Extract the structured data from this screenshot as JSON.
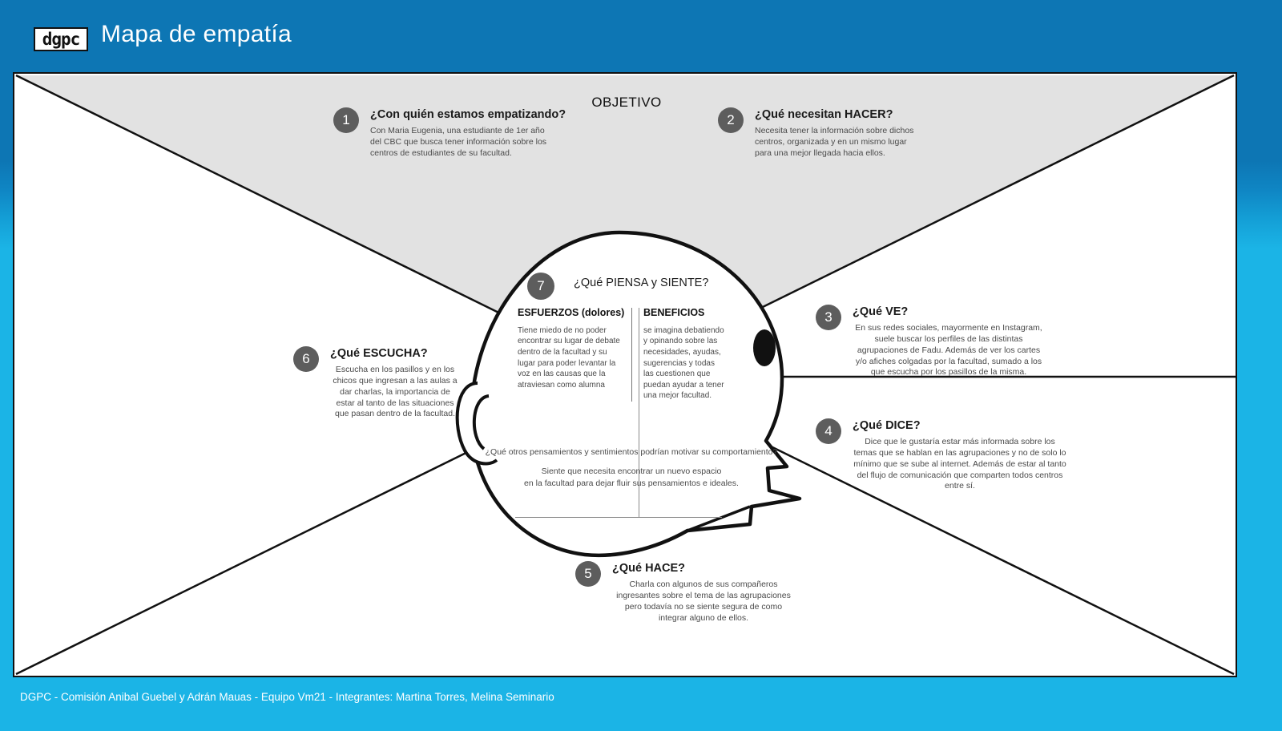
{
  "header": {
    "logo": "dgpc",
    "title": "Mapa de empatía"
  },
  "canvas": {
    "objective_label": "OBJETIVO"
  },
  "sections": [
    {
      "number": "1",
      "title": "¿Con quién estamos empatizando?",
      "text": "Con Maria Eugenia, una estudiante de 1er año del CBC que busca tener información sobre los centros de estudiantes de su facultad."
    },
    {
      "number": "2",
      "title": "¿Qué necesitan HACER?",
      "text": "Necesita tener la información sobre dichos centros, organizada y en un mismo lugar para una mejor llegada hacia ellos."
    },
    {
      "number": "3",
      "title": "¿Qué VE?",
      "text": "En sus redes sociales, mayormente en Instagram, suele buscar los perfiles de las distintas agrupaciones de Fadu. Además de ver los cartes y/o afiches colgadas por la facultad, sumado a los que escucha por los pasillos de la misma."
    },
    {
      "number": "4",
      "title": "¿Qué DICE?",
      "text": "Dice que le gustaría estar más informada sobre los temas que se hablan en las agrupaciones y no de solo lo mínimo que se sube al internet. Además de estar al tanto del flujo de comunicación que comparten todos centros entre sí."
    },
    {
      "number": "5",
      "title": "¿Qué HACE?",
      "text": "Charla con algunos de sus compañeros ingresantes sobre el tema de las agrupaciones pero todavía no se siente segura de como integrar alguno de ellos."
    },
    {
      "number": "6",
      "title": "¿Qué ESCUCHA?",
      "text": "Escucha en los pasillos y en los chicos que ingresan a las aulas a dar charlas, la importancia de estar al tanto de las situaciones que pasan dentro de la facultad."
    }
  ],
  "think_feel": {
    "number": "7",
    "title": "¿Qué PIENSA y SIENTE?",
    "left_heading": "ESFUERZOS (dolores)",
    "left_text": "Tiene miedo de no poder encontrar su lugar de debate dentro de la facultad y su lugar para poder levantar la voz en las causas que la atraviesan como alumna",
    "right_heading": "BENEFICIOS",
    "right_text": "se imagina debatiendo y opinando sobre las necesidades, ayudas, sugerencias y todas las cuestionen que puedan ayudar a tener una mejor facultad.",
    "bottom_question": "¿Qué otros pensamientos y sentimientos podrían motivar su comportamiento?",
    "bottom_answer": "Siente que necesita encontrar un nuevo espacio\nen la facultad para dejar fluir sus pensamientos e ideales."
  },
  "footer": {
    "text": "DGPC - Comisión Anibal Guebel y Adrán Mauas - Equipo Vm21 - Integrantes: Martina Torres, Melina Seminario"
  },
  "colors": {
    "header_blue": "#0d76b4",
    "background_cyan": "#1bb4e6",
    "badge_gray": "#5d5d5d",
    "panel_gray": "#e2e2e2",
    "outline_black": "#111111"
  }
}
